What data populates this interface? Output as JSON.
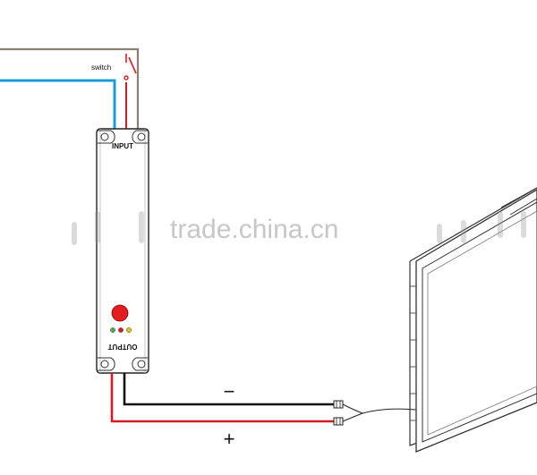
{
  "labels": {
    "switch": "switch",
    "input": "INPUT",
    "output": "OUTPUT",
    "minus": "−",
    "plus": "+"
  },
  "watermark": "trade.china.cn",
  "colors": {
    "live_wire": "#8a7f70",
    "neutral_wire": "#1e9bd7",
    "positive_wire": "#d41c24",
    "negative_wire": "#111111",
    "indicator_red": "#e31d1d",
    "indicator_green": "#4caf50",
    "indicator_yellow": "#e6c200"
  }
}
